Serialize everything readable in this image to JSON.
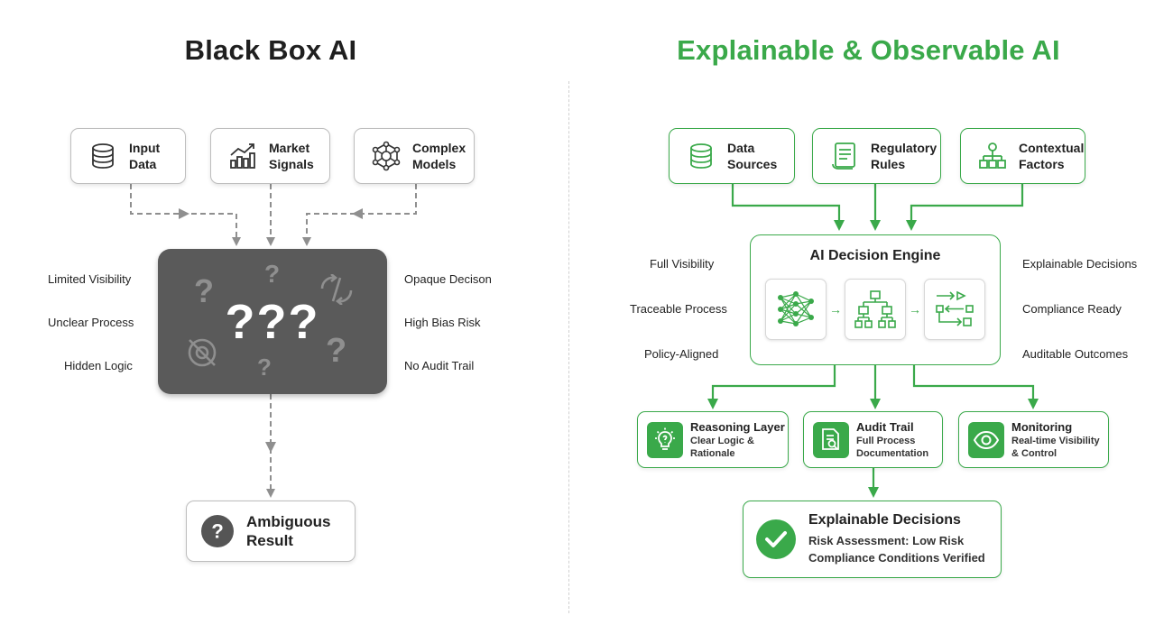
{
  "left": {
    "title": "Black Box AI",
    "inputs": [
      "Input\nData",
      "Market\nSignals",
      "Complex\nModels"
    ],
    "side_left": [
      "Limited Visibility",
      "Unclear Process",
      "Hidden Logic"
    ],
    "side_right": [
      "Opaque Decison",
      "High Bias Risk",
      "No Audit Trail"
    ],
    "box_text": "???",
    "result": "Ambiguous\nResult"
  },
  "right": {
    "title": "Explainable & Observable AI",
    "inputs": [
      "Data\nSources",
      "Regulatory\nRules",
      "Contextual\nFactors"
    ],
    "engine_title": "AI Decision Engine",
    "side_left": [
      "Full Visibility",
      "Traceable Process",
      "Policy-Aligned"
    ],
    "side_right": [
      "Explainable Decisions",
      "Compliance Ready",
      "Auditable Outcomes"
    ],
    "layers": [
      {
        "title": "Reasoning Layer",
        "subtitle": "Clear Logic &\nRationale"
      },
      {
        "title": "Audit Trail",
        "subtitle": "Full Process\nDocumentation"
      },
      {
        "title": "Monitoring",
        "subtitle": "Real-time Visibility\n& Control"
      }
    ],
    "final": {
      "title": "Explainable Decisions",
      "lines": [
        "Risk Assessment: Low Risk",
        "Compliance Conditions Verified"
      ]
    }
  },
  "colors": {
    "green": "#3aa94a",
    "dark_box": "#5a5a5a",
    "grey_arrow": "#8f8f8f"
  },
  "icons": {
    "left_inputs": [
      "database-icon",
      "chart-icon",
      "network-icon"
    ],
    "right_inputs": [
      "database-icon",
      "document-icon",
      "hierarchy-icon"
    ],
    "layers": [
      "lightbulb-icon",
      "document-search-icon",
      "eye-icon"
    ]
  }
}
